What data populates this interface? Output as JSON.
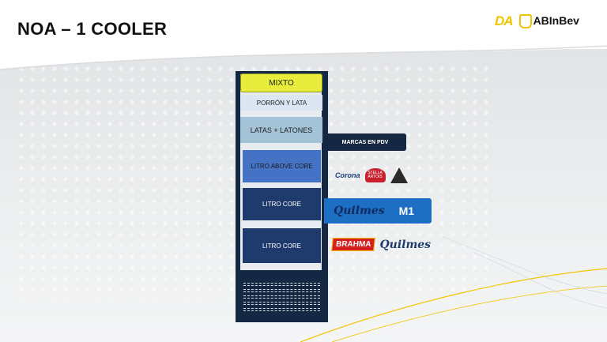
{
  "title": "NOA – 1 COOLER",
  "logos": {
    "da": "DA",
    "abinbev": "ABInBev"
  },
  "cooler": {
    "shelves": {
      "mixto": "MIXTO",
      "porron": "PORRÓN Y LATA",
      "latas": "LATAS + LATONES",
      "litro_above": "LITRO ABOVE CORE",
      "litro_core_1": "LITRO CORE",
      "litro_core_2": "LITRO CORE"
    }
  },
  "marcas_label": "MARCAS EN PDV",
  "brands": {
    "row1": {
      "corona": "Corona",
      "stella": "STELLA ARTOIS"
    },
    "m1": {
      "brand": "Quilmes",
      "label": "M1"
    },
    "row2": {
      "brahma": "BRAHMA",
      "quilmes": "Quilmes"
    }
  },
  "colors": {
    "navy": "#142743",
    "mixto": "#e8ec3a",
    "litro_above": "#4472c4",
    "litro_core": "#1f3b6e",
    "m1_bar": "#1d6fc4",
    "accent_yellow": "#f2c400"
  }
}
